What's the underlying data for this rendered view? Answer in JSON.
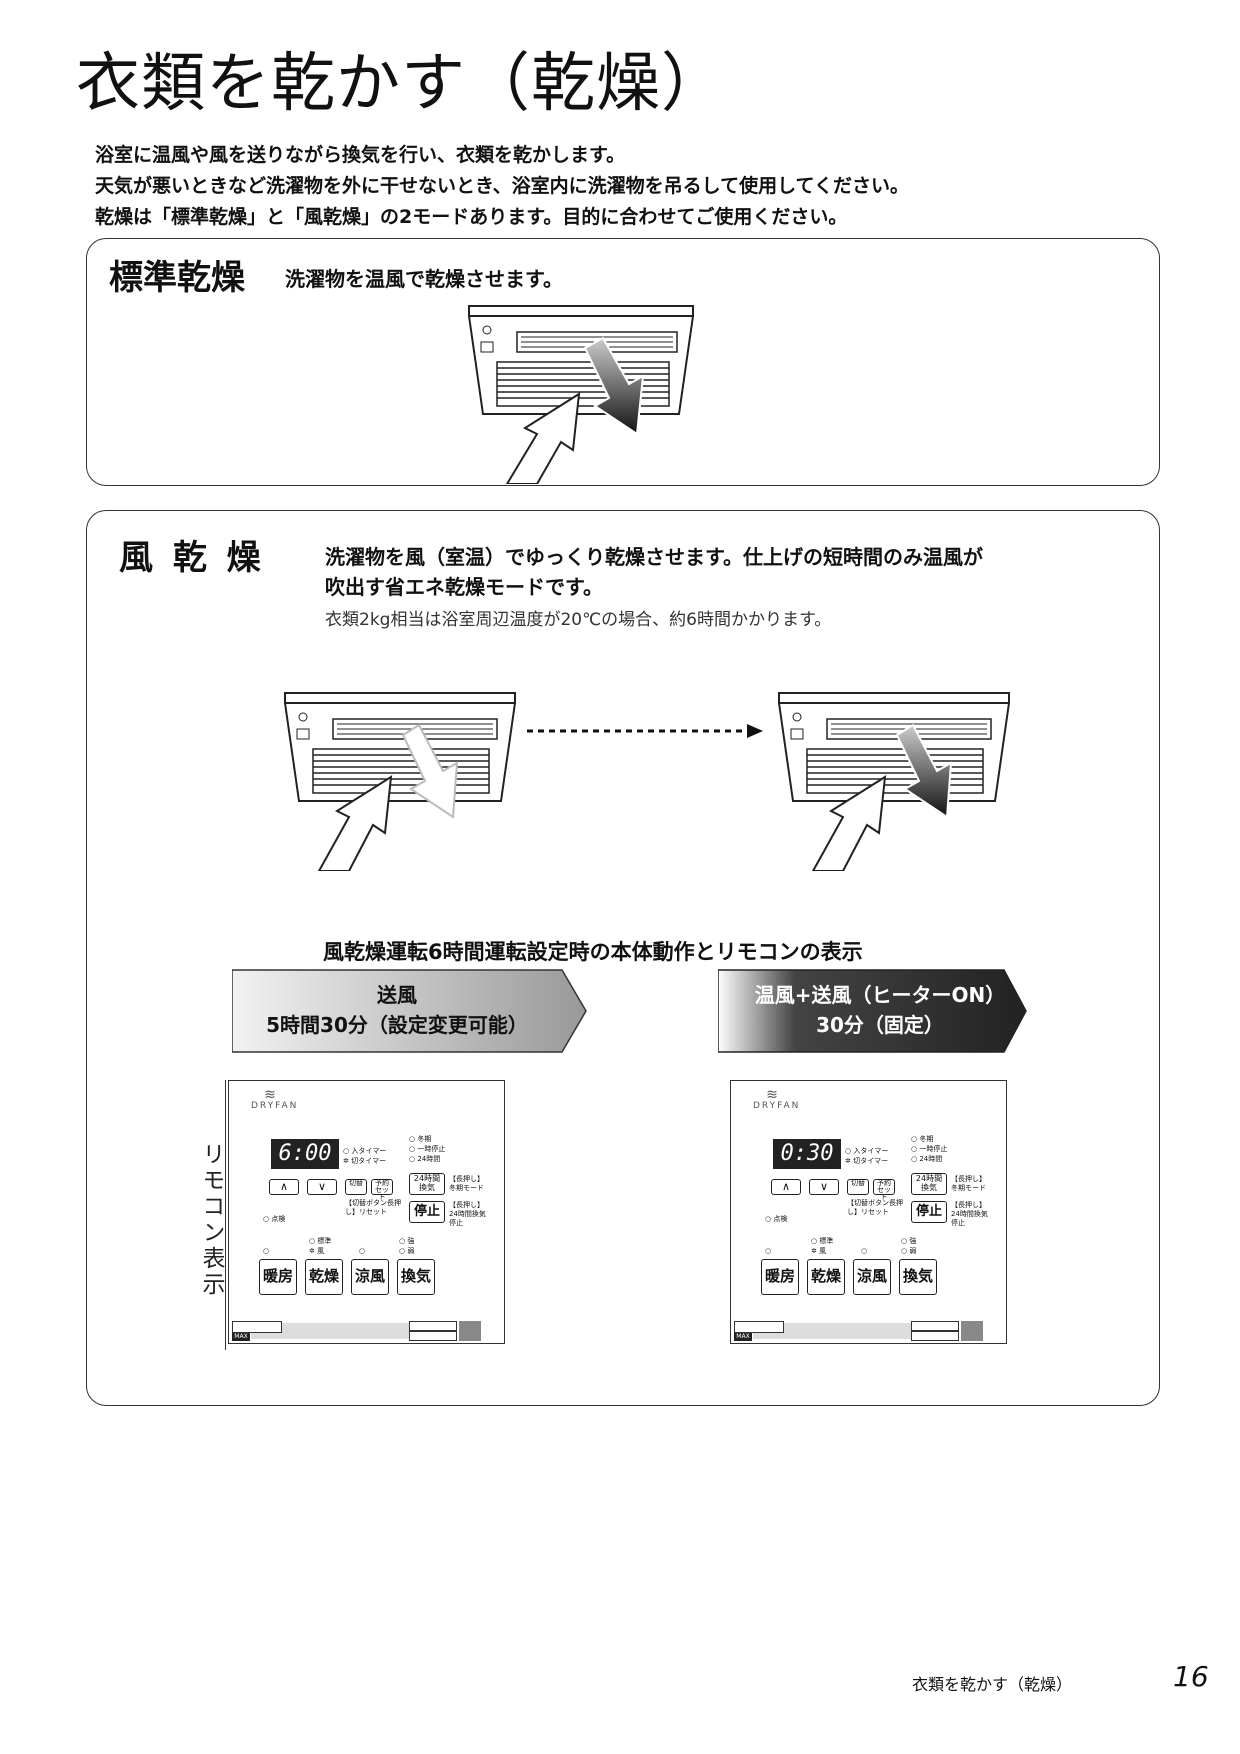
{
  "page": {
    "title": "衣類を乾かす（乾燥）",
    "intro": [
      "浴室に温風や風を送りながら換気を行い、衣類を乾かします。",
      "天気が悪いときなど洗濯物を外に干せないとき、浴室内に洗濯物を吊るして使用してください。",
      "乾燥は「標準乾燥」と「風乾燥」の2モードあります。目的に合わせてご使用ください。"
    ]
  },
  "standard": {
    "heading": "標準乾燥",
    "desc": "洗濯物を温風で乾燥させます。"
  },
  "wind": {
    "heading": "風 乾 燥",
    "desc1": "洗濯物を風（室温）でゆっくり乾燥させます。仕上げの短時間のみ温風が",
    "desc2": "吹出す省エネ乾燥モードです。",
    "note": "衣類2kg相当は浴室周辺温度が20℃の場合、約6時間かかります。",
    "seq_title": "風乾燥運転6時間運転設定時の本体動作とリモコンの表示",
    "step1_line1": "送風",
    "step1_line2": "5時間30分（設定変更可能）",
    "step2_line1": "温風+送風（ヒーターON）",
    "step2_line2": "30分（固定）",
    "remote_label": "リモコン表示"
  },
  "remote": {
    "brand": "DRYFAN",
    "display1": "6:00",
    "display2": "0:30",
    "lbl_on_timer": "入タイマー",
    "lbl_off_timer": "切タイマー",
    "lbl_winter": "冬期",
    "lbl_pause": "一時停止",
    "lbl_24h": "24時間",
    "lbl_up": "∧",
    "lbl_down": "∨",
    "lbl_kiri": "切替",
    "lbl_yoyaku": "予約セット",
    "lbl_24vent": "24時間換気",
    "lbl_longpress1": "【長押し】冬期モード",
    "lbl_reset": "【切替ボタン長押し】リセット",
    "lbl_stop": "停止",
    "lbl_longpress2": "【長押し】24時間換気停止",
    "lbl_check": "点検",
    "lbl_std": "標準",
    "lbl_wind": "風",
    "lbl_strong": "強",
    "lbl_weak": "弱",
    "btn_heat": "暖房",
    "btn_dry": "乾燥",
    "btn_cool": "涼風",
    "btn_vent": "換気",
    "lbl_max": "MAX"
  },
  "footer": {
    "label": "衣類を乾かす（乾燥）",
    "page_no": "16"
  }
}
